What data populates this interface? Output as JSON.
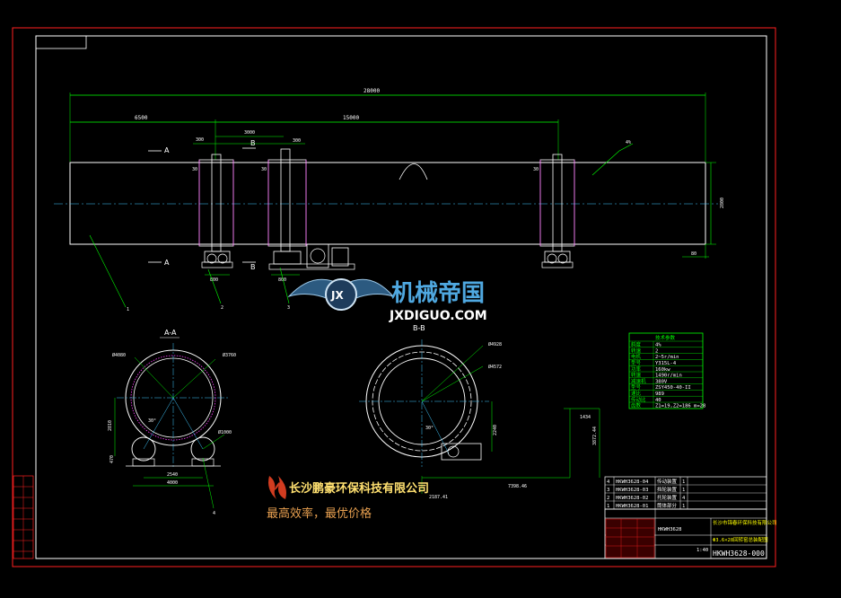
{
  "colors": {
    "background": "#000000",
    "frame_red": "#ff2020",
    "line_white": "#ffffff",
    "line_green": "#00ff00",
    "line_magenta": "#ff40ff",
    "centerline_cyan": "#40c8ff",
    "logo_blue": "#4fa8e0"
  },
  "drum": {
    "overall_length": "28000",
    "seg_left": "6500",
    "seg_main": "15000",
    "tire_width": "300",
    "tire_spacing": "3000",
    "tire_width_2": "300",
    "diameter": "2800",
    "section_a": "A",
    "section_b": "B",
    "slope": "4%",
    "side_marks": [
      "30",
      "30",
      "30"
    ],
    "support_dims": [
      "800",
      "800"
    ],
    "right_mark": "80"
  },
  "callouts": [
    "1",
    "2",
    "3",
    "4"
  ],
  "view_aa": {
    "title": "A-A",
    "d_inner": "Ø4080",
    "d_outer": "Ø3760",
    "angle": "30°",
    "height": "2810",
    "wheel": "Ø1000",
    "base_h": "470",
    "span": "2540",
    "base_w": "4000"
  },
  "view_bb": {
    "title": "B-B",
    "d1": "Ø4928",
    "d2": "Ø4572",
    "angle": "30°",
    "height": "2240",
    "offset": "2187.41",
    "span": "7398.46",
    "right_h": "3872.44",
    "right_w": "1434"
  },
  "tech_table": {
    "header": "技术参数",
    "rows": [
      [
        "斜度",
        "4%"
      ],
      [
        "转速",
        "2"
      ],
      [
        "电机",
        "2~5r/min"
      ],
      [
        "型号",
        "Y315L-4"
      ],
      [
        "功率",
        "160kw"
      ],
      [
        "转速",
        "1490r/min"
      ],
      [
        "减速机",
        "380V"
      ],
      [
        "型号",
        "ZSY450-40-II"
      ],
      [
        "速比",
        "989"
      ],
      [
        "传动比",
        "40"
      ],
      [
        "齿数",
        "Z1=19,Z2=186 m=28"
      ]
    ]
  },
  "parts_list": [
    {
      "no": "4",
      "code": "HKWH3628-04",
      "name": "传动装置",
      "qty": "1"
    },
    {
      "no": "3",
      "code": "HKWH3628-03",
      "name": "挡轮装置",
      "qty": "1"
    },
    {
      "no": "2",
      "code": "HKWH3628-02",
      "name": "托轮装置",
      "qty": "4"
    },
    {
      "no": "1",
      "code": "HKWH3628-01",
      "name": "筒体部分",
      "qty": "1"
    }
  ],
  "title_block": {
    "company": "长沙市锦春环保科技有限公司",
    "model": "HKWH3628",
    "product": "Φ3.6×28回转窑总装配图",
    "drawing_no": "HKWH3628-000",
    "scale": "1:40"
  },
  "watermark": {
    "cn": "机械帝国",
    "en": "JXDIGUO.COM",
    "emblem": "JX"
  },
  "company_stamp": {
    "name": "长沙鹏豪环保科技有限公司",
    "slogan": "最高效率，最优价格"
  }
}
